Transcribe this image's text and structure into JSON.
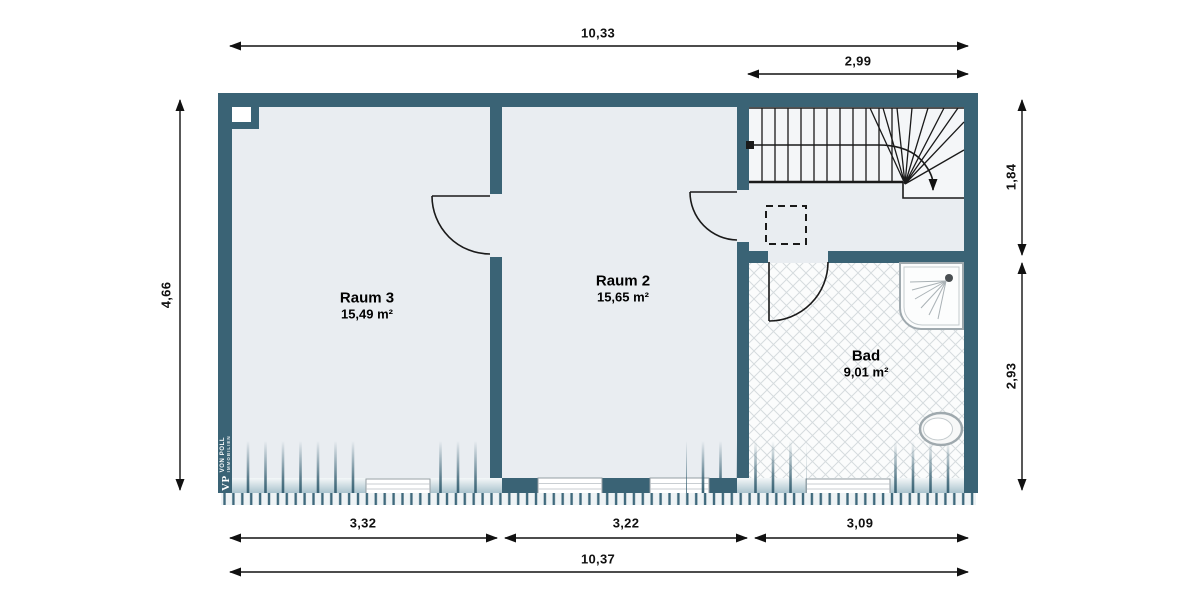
{
  "plan": {
    "rooms": [
      {
        "name": "Raum 3",
        "area": "15,49 m²"
      },
      {
        "name": "Raum 2",
        "area": "15,65 m²"
      },
      {
        "name": "Bad",
        "area": "9,01 m²"
      }
    ],
    "dimensions_m": {
      "top_total": "10,33",
      "top_right": "2,99",
      "left": "4,66",
      "right_upper": "1,84",
      "right_lower": "2,93",
      "bottom_left": "3,32",
      "bottom_center": "3,22",
      "bottom_right": "3,09",
      "bottom_total": "10,37"
    },
    "logo": {
      "mark": "VP",
      "name": "VON POLL",
      "suffix": "IMMOBILIEN"
    },
    "colors": {
      "wall": "#3a6375",
      "floor": "#e9edf1",
      "stair_floor": "#f4f6f8",
      "tile_line": "#d6dbde",
      "background": "#ffffff",
      "dimension_text": "#111111"
    }
  }
}
